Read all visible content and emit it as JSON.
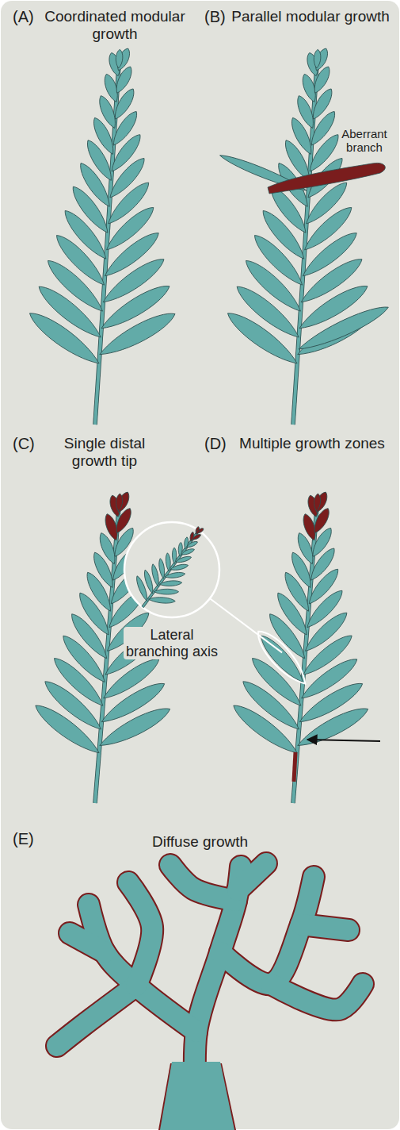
{
  "diagram": {
    "labels": [
      "(A)",
      "Coordinated modular growth",
      "(B)",
      "Parallel modular growth",
      "Aberrant branch",
      "(C)",
      "Single distal growth tip",
      "(D)",
      "Multiple growth zones",
      "Lateral branching axis",
      "(E)",
      "Diffuse growth"
    ]
  }
}
